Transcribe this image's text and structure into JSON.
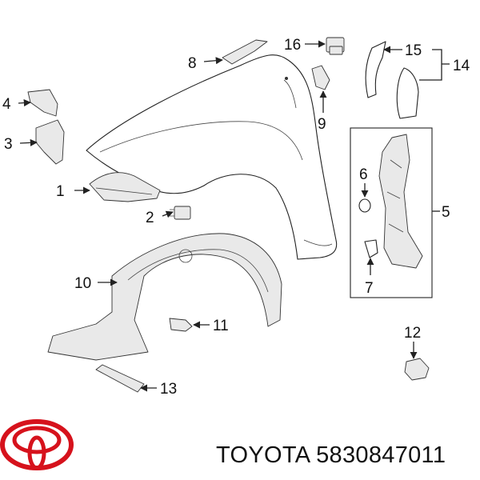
{
  "brand": {
    "name": "TOYOTA",
    "logo_icon": "toyota-logo-icon",
    "logo_color": "#d6121c"
  },
  "part_number": "5830847011",
  "callouts": [
    "1",
    "2",
    "3",
    "4",
    "5",
    "6",
    "7",
    "8",
    "9",
    "10",
    "11",
    "12",
    "13",
    "14",
    "15",
    "16"
  ]
}
